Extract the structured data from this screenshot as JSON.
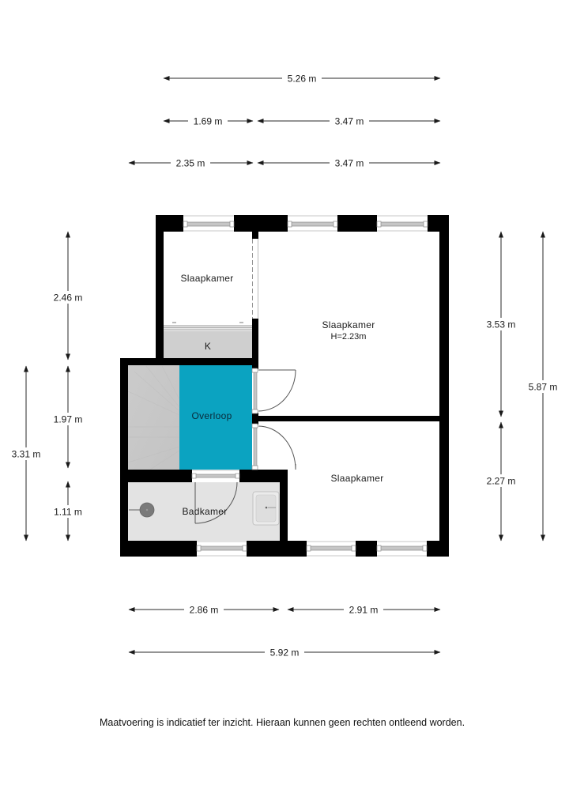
{
  "floorplan": {
    "rooms": {
      "small_bedroom": {
        "label": "Slaapkamer"
      },
      "storage": {
        "label": "K"
      },
      "main_bedroom": {
        "label": "Slaapkamer",
        "height": "H=2.23m"
      },
      "landing": {
        "label": "Overloop"
      },
      "bathroom": {
        "label": "Badkamer"
      },
      "rear_bedroom": {
        "label": "Slaapkamer"
      }
    },
    "colors": {
      "wall": "#000000",
      "landing": "#0ba3c1",
      "storage": "#cfcfcf",
      "stairs": "#c9c9c9",
      "bathroom": "#e3e3e3"
    }
  },
  "dimensions": {
    "top": {
      "total": "5.26 m",
      "row2_left": "1.69 m",
      "row2_right": "3.47 m",
      "row3_left": "2.35 m",
      "row3_right": "3.47 m"
    },
    "left": {
      "upper": "2.46 m",
      "middle": "1.97 m",
      "lower": "1.11 m",
      "outer": "3.31 m"
    },
    "right": {
      "upper": "3.53 m",
      "lower": "2.27 m",
      "total": "5.87 m"
    },
    "bottom": {
      "left": "2.86 m",
      "right": "2.91 m",
      "total": "5.92 m"
    }
  },
  "footer": {
    "disclaimer": "Maatvoering is indicatief ter inzicht. Hieraan kunnen geen rechten ontleend worden."
  }
}
